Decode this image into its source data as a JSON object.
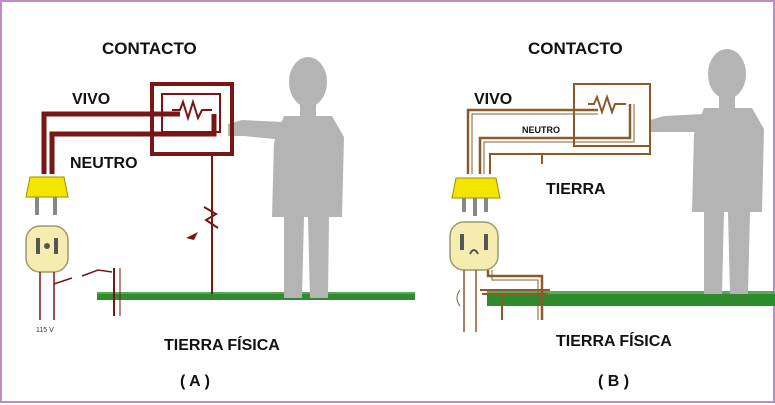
{
  "panel_a": {
    "contact_label": "CONTACTO",
    "live_label": "VIVO",
    "neutral_label": "NEUTRO",
    "ground_label": "TIERRA FÍSICA",
    "caption": "( A )",
    "small_label": "115 V",
    "wire_color": "#7a1515"
  },
  "panel_b": {
    "contact_label": "CONTACTO",
    "live_label": "VIVO",
    "neutral_label": "NEUTRO",
    "earth_label": "TIERRA",
    "ground_label": "TIERRA FÍSICA",
    "caption": "( B )",
    "wire_color": "#8a5a2b"
  },
  "colors": {
    "border": "#b98fc8",
    "person": "#b4b4b4",
    "grass": "#2e8b2e",
    "plug": "#f2e600"
  }
}
